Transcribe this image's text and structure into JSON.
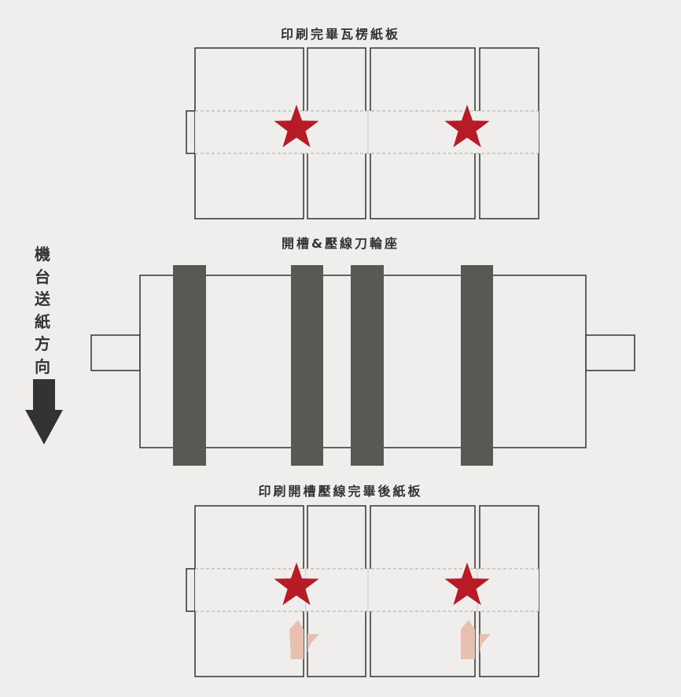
{
  "labels": {
    "top": "印刷完畢瓦楞紙板",
    "middle": "開槽&壓線刀輪座",
    "bottom": "印刷開槽壓線完畢後紙板",
    "direction_chars": [
      "機",
      "台",
      "送",
      "紙",
      "方",
      "向"
    ]
  },
  "colors": {
    "background": "#efeeec",
    "outline": "#333333",
    "blade": "#595854",
    "star": "#b71c26",
    "ghost_star": "#e8c0b0",
    "arrow": "#333333"
  },
  "icons": {
    "star": "star-icon",
    "arrow": "arrow-down-icon"
  }
}
